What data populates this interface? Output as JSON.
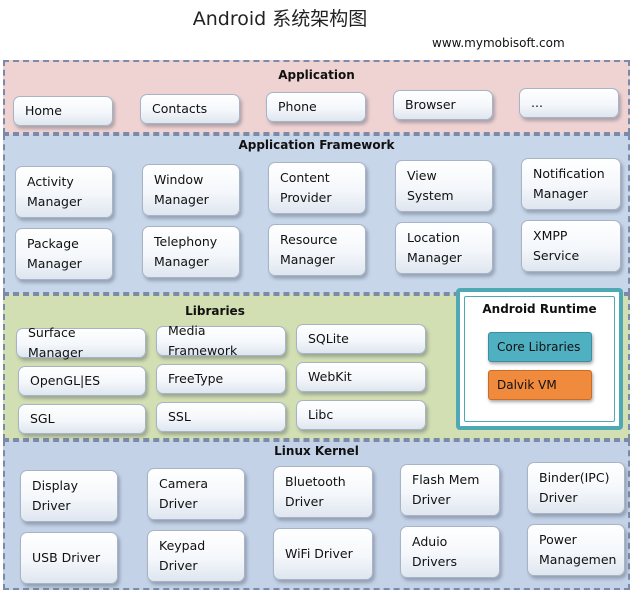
{
  "title": "Android  系统架构图",
  "website": "www.mymobisoft.com",
  "layers": {
    "application": {
      "title": "Application",
      "items": [
        "Home",
        "Contacts",
        "Phone",
        "Browser",
        "..."
      ]
    },
    "framework": {
      "title": "Application Framework",
      "items": [
        [
          "Activity",
          "Manager"
        ],
        [
          "Window",
          "Manager"
        ],
        [
          "Content",
          "Provider"
        ],
        [
          "View",
          "System"
        ],
        [
          "Notification",
          "Manager"
        ],
        [
          "Package",
          "Manager"
        ],
        [
          "Telephony",
          "Manager"
        ],
        [
          "Resource",
          "Manager"
        ],
        [
          "Location",
          "Manager"
        ],
        [
          "XMPP",
          "Service"
        ]
      ]
    },
    "libraries": {
      "title": "Libraries",
      "items": [
        "Surface Manager",
        "Media Framework",
        "SQLite",
        "OpenGL|ES",
        "FreeType",
        "WebKit",
        "SGL",
        "SSL",
        "Libc"
      ]
    },
    "runtime": {
      "title": "Android Runtime",
      "core": "Core Libraries",
      "vm": "Dalvik VM"
    },
    "kernel": {
      "title": "Linux Kernel",
      "items": [
        [
          "Display",
          "Driver"
        ],
        [
          "Camera",
          "Driver"
        ],
        [
          "Bluetooth",
          "Driver"
        ],
        [
          "Flash Mem",
          "Driver"
        ],
        [
          "Binder(IPC)",
          "Driver"
        ],
        [
          "USB Driver"
        ],
        [
          "Keypad",
          "Driver"
        ],
        [
          "WiFi Driver"
        ],
        [
          "Aduio",
          "Drivers"
        ],
        [
          "Power",
          "Managemen"
        ]
      ]
    }
  },
  "colors": {
    "application_bg": "#efd3d3",
    "framework_bg": "#c8d6ea",
    "libraries_bg": "#d2dfb3",
    "kernel_bg": "#c4d2e7",
    "runtime_border": "#4fa9b5",
    "core_libraries": "#4fb0c2",
    "dalvik_vm": "#f08a3d"
  }
}
